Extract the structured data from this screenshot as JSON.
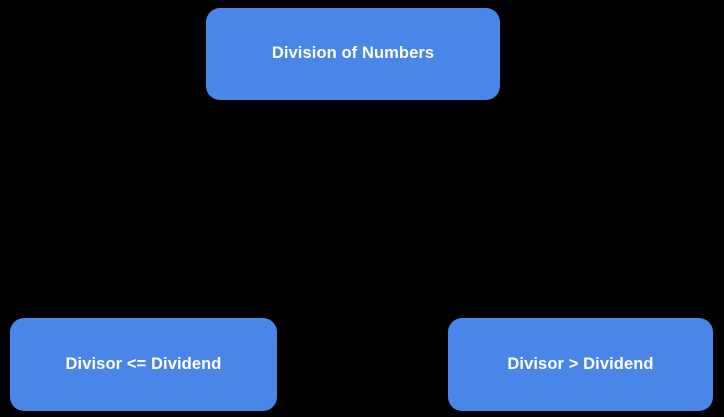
{
  "diagram": {
    "title": "Division of Numbers",
    "background_color": "#000000",
    "node_color": "#4a86e8",
    "label_color": "#ffffff",
    "edge_color": "#000000",
    "nodes": [
      {
        "id": "root",
        "label": "Division of Numbers",
        "role": "root"
      },
      {
        "id": "le",
        "label": "Divisor <= Dividend",
        "role": "branch-left"
      },
      {
        "id": "gt",
        "label": "Divisor > Dividend",
        "role": "branch-right"
      }
    ],
    "edges": [
      {
        "from": "root",
        "to": "le",
        "label": ""
      },
      {
        "from": "root",
        "to": "gt",
        "label": ""
      }
    ]
  }
}
